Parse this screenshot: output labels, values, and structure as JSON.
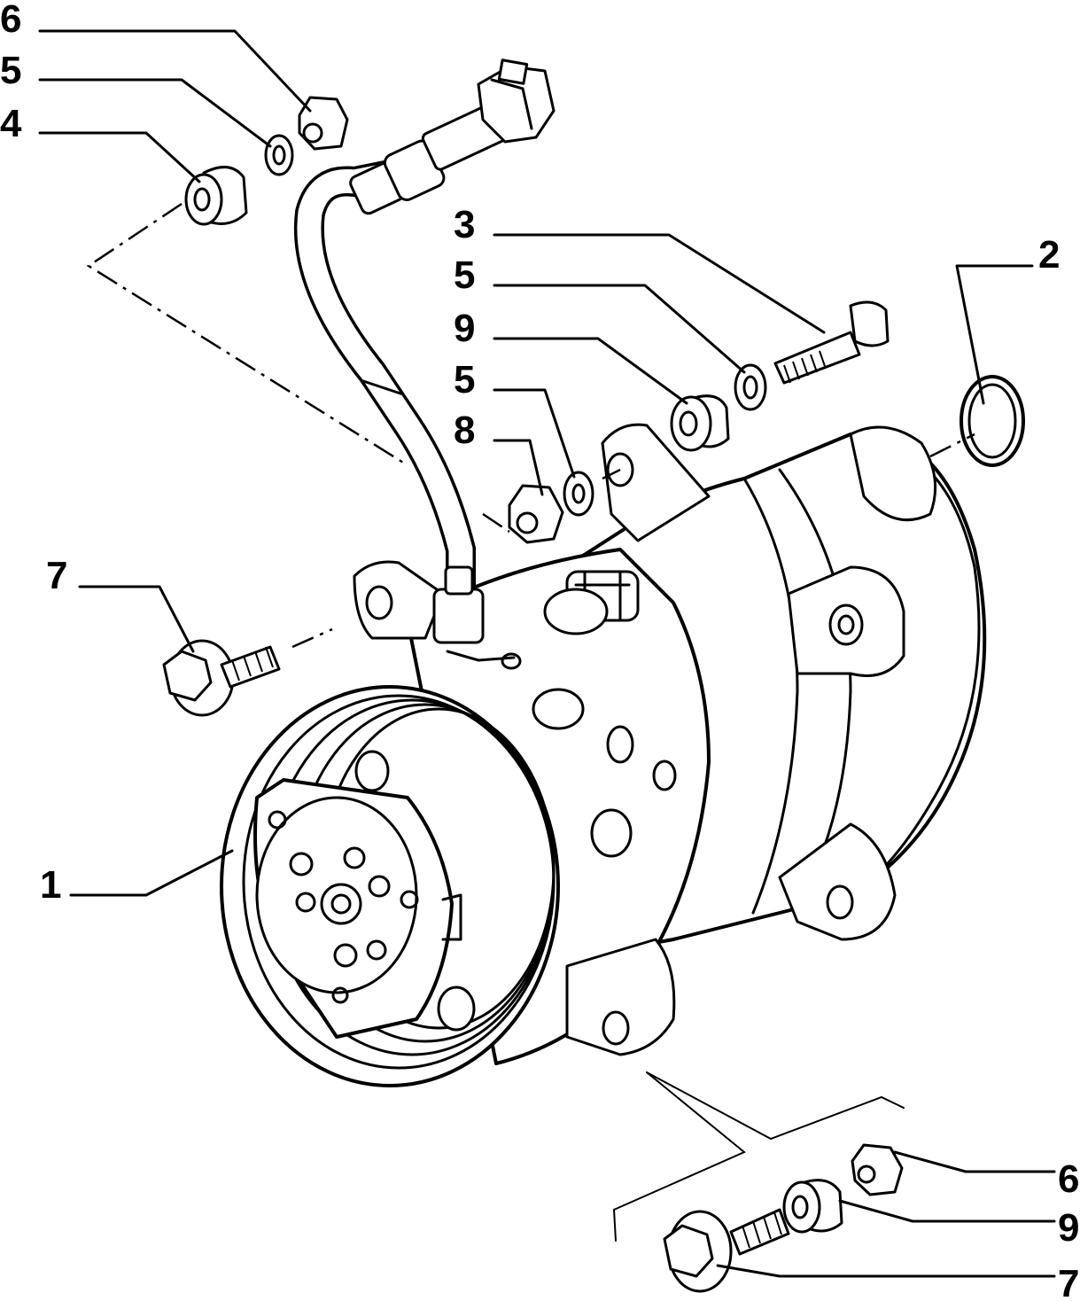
{
  "diagram": {
    "callouts": [
      {
        "id": "c6a",
        "label": "6"
      },
      {
        "id": "c5a",
        "label": "5"
      },
      {
        "id": "c4",
        "label": "4"
      },
      {
        "id": "c3",
        "label": "3"
      },
      {
        "id": "c2",
        "label": "2"
      },
      {
        "id": "c5b",
        "label": "5"
      },
      {
        "id": "c9a",
        "label": "9"
      },
      {
        "id": "c5c",
        "label": "5"
      },
      {
        "id": "c8",
        "label": "8"
      },
      {
        "id": "c7a",
        "label": "7"
      },
      {
        "id": "c1",
        "label": "1"
      },
      {
        "id": "c6b",
        "label": "6"
      },
      {
        "id": "c9b",
        "label": "9"
      },
      {
        "id": "c7b",
        "label": "7"
      }
    ]
  }
}
